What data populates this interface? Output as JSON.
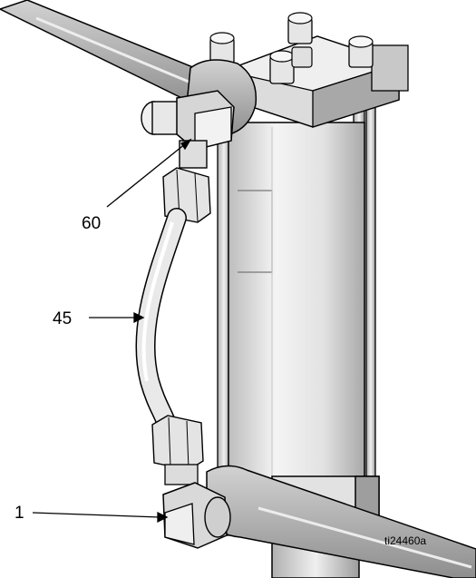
{
  "illustration": {
    "colors": {
      "background": "#ffffff",
      "wrench": "#9a9a9a",
      "wrench_light": "#cfcfcf",
      "metal": "#d8d8d8",
      "metal_light": "#f2f2f2",
      "metal_dark": "#8c8c8c",
      "outline": "#000000"
    },
    "callouts": [
      {
        "label": "60"
      },
      {
        "label": "45"
      },
      {
        "label": "1"
      }
    ],
    "figure_id": "ti24460a"
  }
}
